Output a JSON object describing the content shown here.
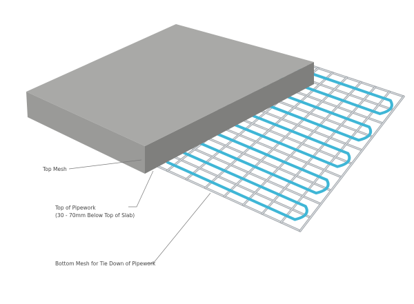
{
  "labels": {
    "top_mesh": "Top Mesh",
    "top_pipework_line1": "Top of Pipework",
    "top_pipework_line2": "(30 - 70mm Below Top of Slab)",
    "bottom_mesh": "Bottom Mesh for Tie Down of Pipework"
  },
  "colors": {
    "slab_top": "#a9a9a7",
    "slab_side": "#8e8e8c",
    "pipe": "#3fb6d6",
    "mesh": "#b8bcc0"
  }
}
